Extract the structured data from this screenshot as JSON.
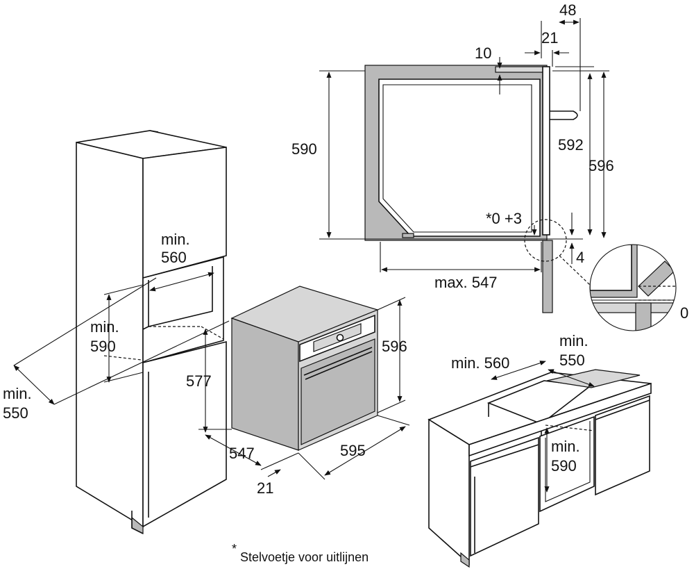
{
  "labels": {
    "d48": "48",
    "d21_top": "21",
    "d10": "10",
    "d590_side": "590",
    "d592": "592",
    "d596_side": "596",
    "d0_plus3": "*0 +3",
    "d4": "4",
    "d0": "0",
    "max547": "max. 547",
    "col_min560_a": "min.",
    "col_min560_b": "560",
    "col_min590_a": "min.",
    "col_min590_b": "590",
    "col_min550_a": "min.",
    "col_min550_b": "550",
    "d577": "577",
    "d596_oven": "596",
    "d547": "547",
    "d595": "595",
    "d21_bottom": "21",
    "cab_min560": "min. 560",
    "cab_min550_a": "min.",
    "cab_min550_b": "550",
    "cab_min590_a": "min.",
    "cab_min590_b": "590"
  },
  "footnote": {
    "star": "*",
    "text": "Stelvoetje voor uitlijnen"
  },
  "colors": {
    "ink": "#111111",
    "steel": "#b9b9b9",
    "light_steel": "#d7d7d7",
    "dark_steel": "#8f8f8f"
  }
}
